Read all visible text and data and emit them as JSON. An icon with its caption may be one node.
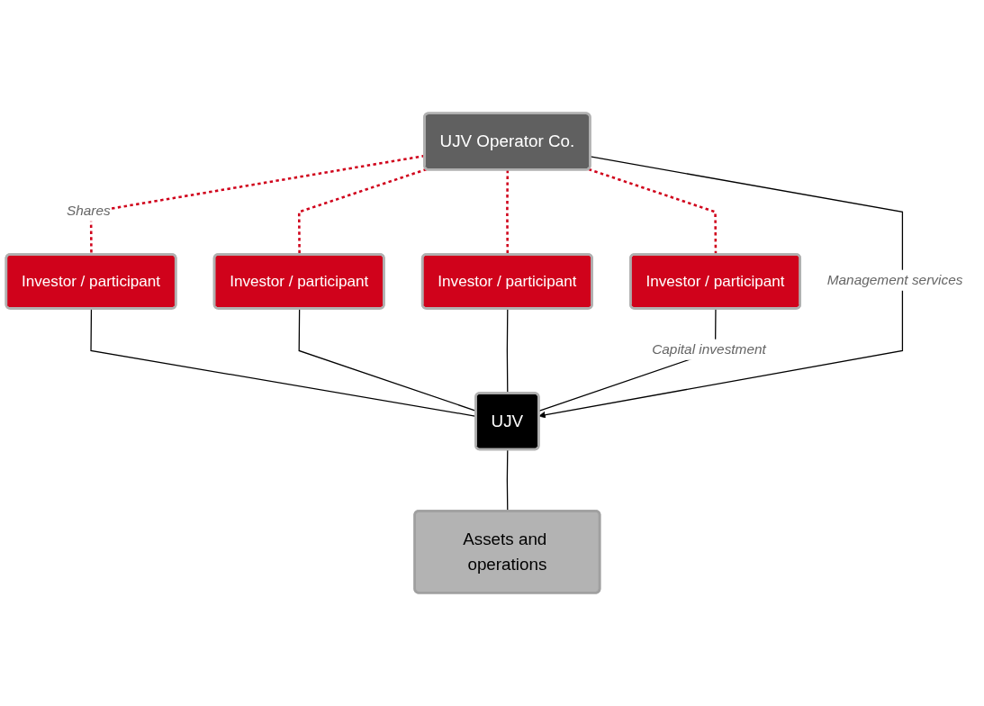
{
  "diagram": {
    "nodes": [
      {
        "text": [
          "Investor / participant"
        ]
      },
      {
        "text": [
          "Investor / participant"
        ]
      },
      {
        "text": [
          "Investor / participant"
        ]
      },
      {
        "text": [
          "Investor / participant"
        ]
      },
      {
        "text": [
          "UJV Operator Co."
        ]
      },
      {
        "text": [
          "UJV"
        ]
      },
      {
        "text": [
          "Assets and operations"
        ]
      }
    ],
    "edges": [
      {
        "from": 4,
        "to": 0,
        "arrow": "none",
        "label": "Shares",
        "style": "dashed",
        "color": "#d0021b"
      },
      {
        "from": 4,
        "to": 1,
        "arrow": "none",
        "style": "dashed",
        "color": "#d0021b"
      },
      {
        "from": 4,
        "to": 2,
        "arrow": "none",
        "style": "dashed",
        "color": "#d0021b"
      },
      {
        "from": 4,
        "to": 3,
        "arrow": "none",
        "style": "dashed",
        "color": "#d0021b"
      },
      {
        "from": 0,
        "to": 5,
        "arrow": "none"
      },
      {
        "from": 1,
        "to": 5,
        "arrow": "none"
      },
      {
        "from": 2,
        "to": 5,
        "arrow": "none"
      },
      {
        "from": 3,
        "to": 5,
        "arrow": "none",
        "label": "Capital investment"
      },
      {
        "from": 4,
        "to": 5,
        "arrow": "to",
        "label": "Management services"
      },
      {
        "from": 5,
        "to": 6,
        "arrow": "none"
      }
    ]
  }
}
